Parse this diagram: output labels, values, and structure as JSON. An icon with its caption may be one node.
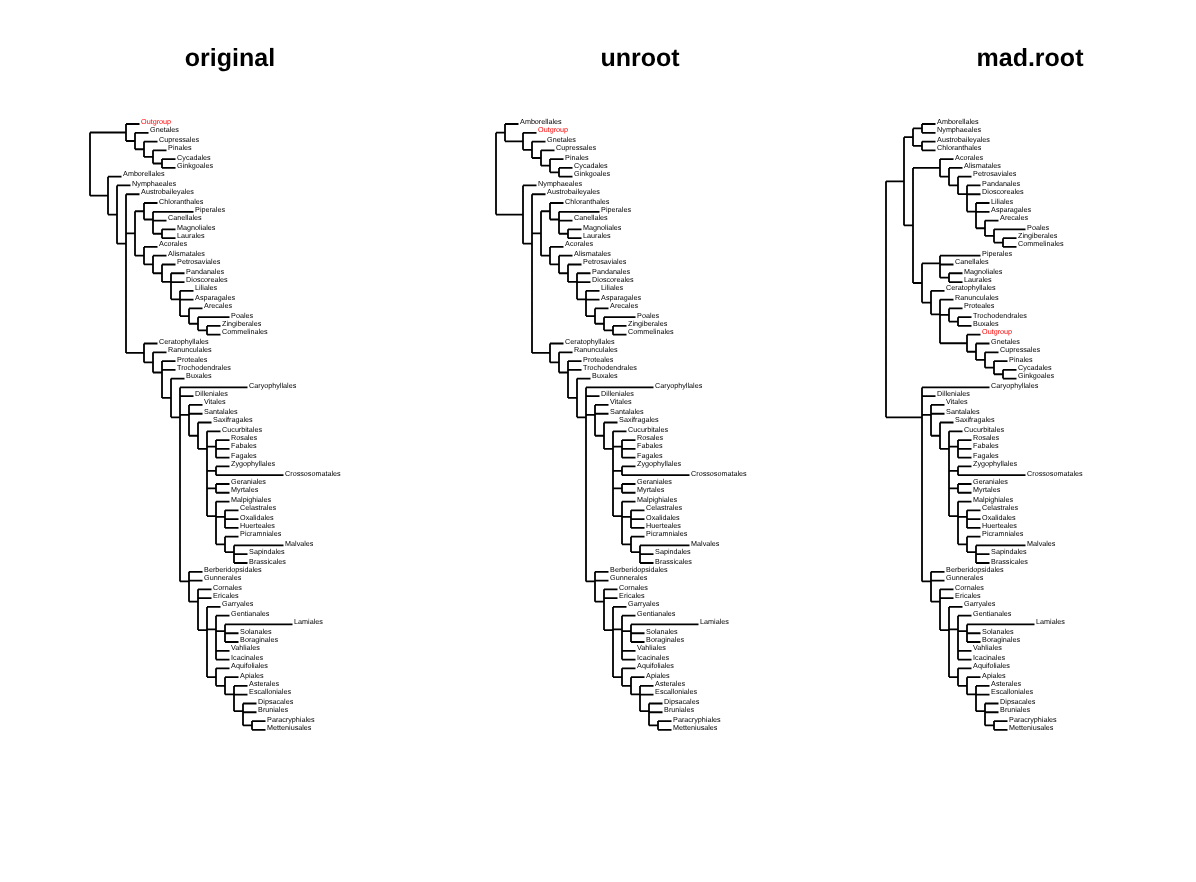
{
  "diagram": {
    "labels": [
      "original",
      "unroot",
      "mad.root",
      "Outgroup",
      "Gnetales",
      "Cupressales",
      "Pinales",
      "Cycadales",
      "Ginkgoales",
      "Amborellales",
      "Nymphaeales",
      "Austrobaileyales",
      "Chloranthales",
      "Piperales",
      "Canellales",
      "Magnoliales",
      "Laurales",
      "Acorales",
      "Alismatales",
      "Petrosaviales",
      "Pandanales",
      "Dioscoreales",
      "Liliales",
      "Asparagales",
      "Arecales",
      "Poales",
      "Zingiberales",
      "Commelinales",
      "Ceratophyllales",
      "Ranunculales",
      "Proteales",
      "Trochodendrales",
      "Buxales",
      "Caryophyllales",
      "Dilleniales",
      "Vitales",
      "Santalales",
      "Saxifragales",
      "Cucurbitales",
      "Rosales",
      "Fabales",
      "Fagales",
      "Zygophyllales",
      "Crossosomatales",
      "Geraniales",
      "Myrtales",
      "Malpighiales",
      "Celastrales",
      "Oxalidales",
      "Huerteales",
      "Picramniales",
      "Malvales",
      "Sapindales",
      "Brassicales",
      "Berberidopsidales",
      "Gunnerales",
      "Cornales",
      "Ericales",
      "Garryales",
      "Gentianales",
      "Lamiales",
      "Solanales",
      "Boraginales",
      "Vahliales",
      "Icacinales",
      "Aquifoliales",
      "Apiales",
      "Asterales",
      "Escalloniales",
      "Dipsacales",
      "Bruniales",
      "Paracryphiales",
      "Metteniusales",
      "Amborellales",
      "Outgroup",
      "Gnetales",
      "Cupressales",
      "Pinales",
      "Cycadales",
      "Ginkgoales",
      "Nymphaeales",
      "Austrobaileyales",
      "Chloranthales",
      "Piperales",
      "Canellales",
      "Magnoliales",
      "Laurales",
      "Acorales",
      "Alismatales",
      "Petrosaviales",
      "Pandanales",
      "Dioscoreales",
      "Liliales",
      "Asparagales",
      "Arecales",
      "Poales",
      "Zingiberales",
      "Commelinales",
      "Ceratophyllales",
      "Ranunculales",
      "Proteales",
      "Trochodendrales",
      "Buxales",
      "Caryophyllales",
      "Dilleniales",
      "Vitales",
      "Santalales",
      "Saxifragales",
      "Cucurbitales",
      "Rosales",
      "Fabales",
      "Fagales",
      "Zygophyllales",
      "Crossosomatales",
      "Geraniales",
      "Myrtales",
      "Malpighiales",
      "Celastrales",
      "Oxalidales",
      "Huerteales",
      "Picramniales",
      "Malvales",
      "Sapindales",
      "Brassicales",
      "Berberidopsidales",
      "Gunnerales",
      "Cornales",
      "Ericales",
      "Garryales",
      "Gentianales",
      "Lamiales",
      "Solanales",
      "Boraginales",
      "Vahliales",
      "Icacinales",
      "Aquifoliales",
      "Apiales",
      "Asterales",
      "Escalloniales",
      "Dipsacales",
      "Bruniales",
      "Paracryphiales",
      "Metteniusales",
      "Amborellales",
      "Nymphaeales",
      "Austrobaileyales",
      "Chloranthales",
      "Acorales",
      "Alismatales",
      "Petrosaviales",
      "Pandanales",
      "Dioscoreales",
      "Liliales",
      "Asparagales",
      "Arecales",
      "Poales",
      "Zingiberales",
      "Commelinales",
      "Piperales",
      "Canellales",
      "Magnoliales",
      "Laurales",
      "Ceratophyllales",
      "Ranunculales",
      "Proteales",
      "Trochodendrales",
      "Buxales",
      "Outgroup",
      "Gnetales",
      "Cupressales",
      "Pinales",
      "Cycadales",
      "Ginkgoales",
      "Caryophyllales",
      "Dilleniales",
      "Vitales",
      "Santalales",
      "Saxifragales",
      "Cucurbitales",
      "Rosales",
      "Fabales",
      "Fagales",
      "Zygophyllales",
      "Crossosomatales",
      "Geraniales",
      "Myrtales",
      "Malpighiales",
      "Celastrales",
      "Oxalidales",
      "Huerteales",
      "Picramniales",
      "Malvales",
      "Sapindales",
      "Brassicales",
      "Berberidopsidales",
      "Gunnerales",
      "Cornales",
      "Ericales",
      "Garryales",
      "Gentianales",
      "Lamiales",
      "Solanales",
      "Boraginales",
      "Vahliales",
      "Icacinales",
      "Aquifoliales",
      "Apiales",
      "Asterales",
      "Escalloniales",
      "Dipsacales",
      "Bruniales",
      "Paracryphiales",
      "Metteniusales"
    ]
  }
}
